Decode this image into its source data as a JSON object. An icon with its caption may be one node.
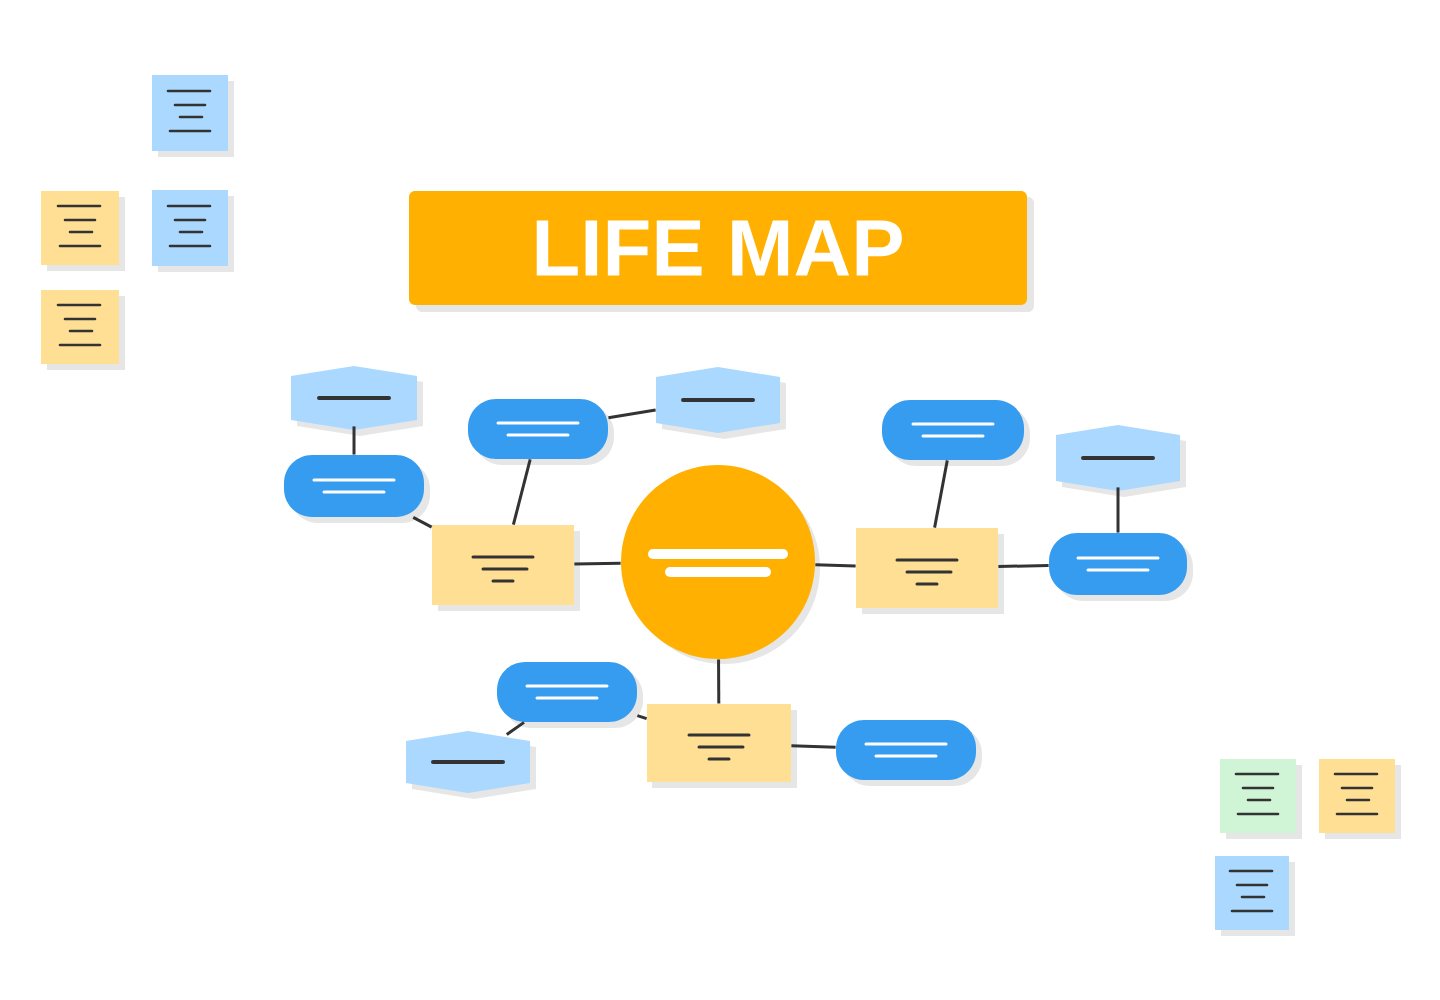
{
  "diagram": {
    "nodes": [
      {
        "text": [
          "LIFE MAP"
        ]
      },
      {
        "text": [],
        "shape": "circle"
      },
      {
        "text": [],
        "shape": "box"
      },
      {
        "text": [],
        "shape": "box"
      },
      {
        "text": [],
        "shape": "box"
      },
      {
        "text": [],
        "shape": "pill"
      },
      {
        "text": [],
        "shape": "pill"
      },
      {
        "text": [],
        "shape": "pill"
      },
      {
        "text": [],
        "shape": "pill"
      },
      {
        "text": [],
        "shape": "pill"
      },
      {
        "text": [],
        "shape": "pill"
      },
      {
        "text": [],
        "shape": "hexagon"
      },
      {
        "text": [],
        "shape": "hexagon"
      },
      {
        "text": [],
        "shape": "hexagon"
      },
      {
        "text": [],
        "shape": "hexagon"
      },
      {
        "text": [],
        "shape": "note"
      },
      {
        "text": [],
        "shape": "note"
      },
      {
        "text": [],
        "shape": "note"
      },
      {
        "text": [],
        "shape": "note"
      },
      {
        "text": [],
        "shape": "note"
      },
      {
        "text": [],
        "shape": "note"
      },
      {
        "text": [],
        "shape": "note"
      }
    ],
    "edges": [
      {
        "from": 1,
        "to": 2,
        "arrow": "none"
      },
      {
        "from": 1,
        "to": 3,
        "arrow": "none"
      },
      {
        "from": 1,
        "to": 4,
        "arrow": "none"
      },
      {
        "from": 2,
        "to": 5,
        "arrow": "none"
      },
      {
        "from": 2,
        "to": 6,
        "arrow": "none"
      },
      {
        "from": 6,
        "to": 12,
        "arrow": "none"
      },
      {
        "from": 5,
        "to": 11,
        "arrow": "none"
      },
      {
        "from": 3,
        "to": 7,
        "arrow": "none"
      },
      {
        "from": 3,
        "to": 8,
        "arrow": "none"
      },
      {
        "from": 8,
        "to": 13,
        "arrow": "none"
      },
      {
        "from": 4,
        "to": 9,
        "arrow": "none"
      },
      {
        "from": 9,
        "to": 14,
        "arrow": "none"
      },
      {
        "from": 4,
        "to": 10,
        "arrow": "none"
      }
    ]
  }
}
